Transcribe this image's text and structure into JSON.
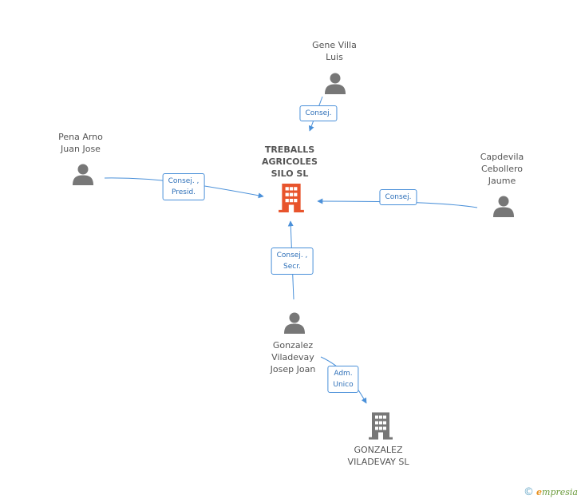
{
  "main_company": {
    "name": "TREBALLS\nAGRICOLES\nSILO  SL",
    "color": "#e8542c"
  },
  "persons": [
    {
      "id": "gene",
      "name": "Gene Villa\nLuis"
    },
    {
      "id": "pena",
      "name": "Pena Arno\nJuan Jose"
    },
    {
      "id": "capdevila",
      "name": "Capdevila\nCebollero\nJaume"
    },
    {
      "id": "gonzalez",
      "name": "Gonzalez\nViladevay\nJosep Joan"
    }
  ],
  "other_company": {
    "name": "GONZALEZ\nVILADEVAY SL",
    "color": "#777777"
  },
  "edges": [
    {
      "id": "gene-main",
      "label": "Consej."
    },
    {
      "id": "pena-main",
      "label": "Consej. ,\nPresid."
    },
    {
      "id": "capdevila-main",
      "label": "Consej."
    },
    {
      "id": "gonzalez-main",
      "label": "Consej. ,\nSecr."
    },
    {
      "id": "gonzalez-company",
      "label": "Adm.\nUnico"
    }
  ],
  "colors": {
    "edge": "#4a90d9",
    "person_icon": "#777777"
  },
  "brand": {
    "symbol": "©",
    "initial": "e",
    "rest": "mpresia"
  }
}
